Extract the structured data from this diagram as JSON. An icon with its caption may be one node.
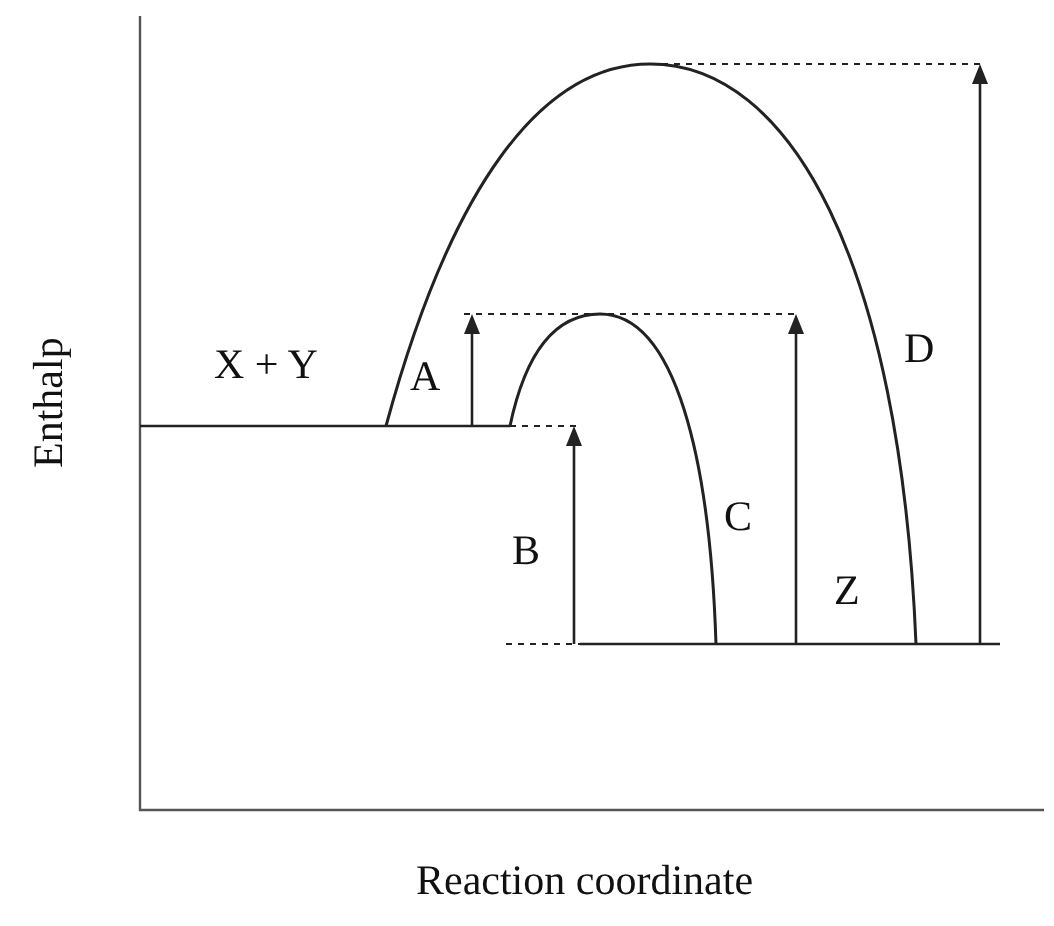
{
  "diagram": {
    "labels": [
      "D",
      "X + Y",
      "A",
      "Enthalp",
      "C",
      "B",
      "Z",
      "Reaction coordinate"
    ]
  }
}
